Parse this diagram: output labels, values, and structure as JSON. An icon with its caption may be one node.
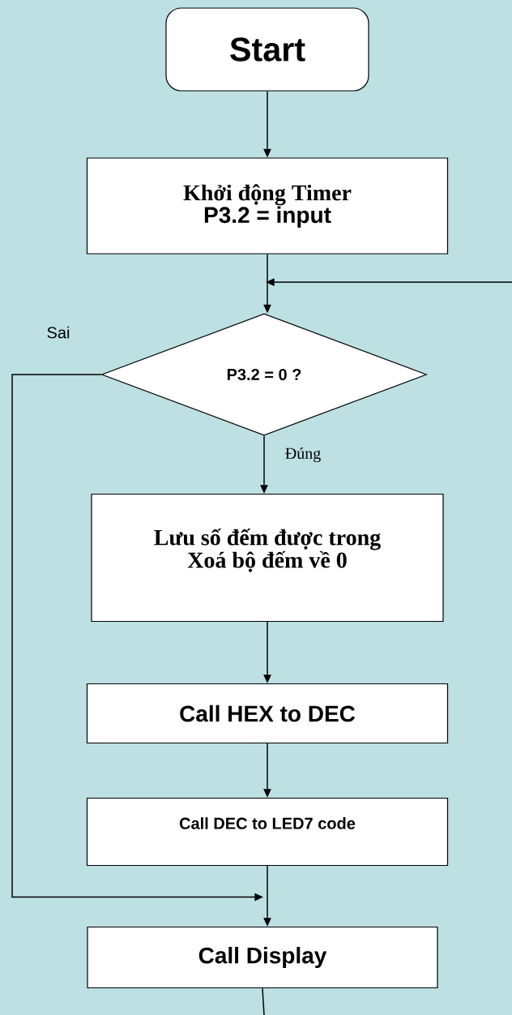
{
  "diagram": {
    "nodes": [
      {
        "text": [
          "Start"
        ]
      },
      {
        "text": [
          "Khởi động Timer",
          "P3.2 = input"
        ]
      },
      {
        "text": [
          "P3.2 = 0 ?"
        ]
      },
      {
        "text": [
          "Lưu số đếm được trong",
          "Xoá bộ đếm về 0"
        ]
      },
      {
        "text": [
          "Call HEX to DEC"
        ]
      },
      {
        "text": [
          "Call DEC to LED7 code"
        ]
      },
      {
        "text": [
          "Call Display"
        ]
      }
    ],
    "edges": [
      {
        "from": 0,
        "to": 1,
        "arrow": "to"
      },
      {
        "from": 1,
        "to": 2,
        "arrow": "to"
      },
      {
        "from": null,
        "to": 2,
        "arrow": "to"
      },
      {
        "from": 2,
        "to": 3,
        "arrow": "to",
        "label": "Đúng"
      },
      {
        "from": 2,
        "to": 6,
        "arrow": "to",
        "label": "Sai"
      },
      {
        "from": 3,
        "to": 4,
        "arrow": "to"
      },
      {
        "from": 4,
        "to": 5,
        "arrow": "to"
      },
      {
        "from": 5,
        "to": 6,
        "arrow": "to"
      },
      {
        "from": 6,
        "to": null,
        "arrow": "none"
      }
    ]
  }
}
